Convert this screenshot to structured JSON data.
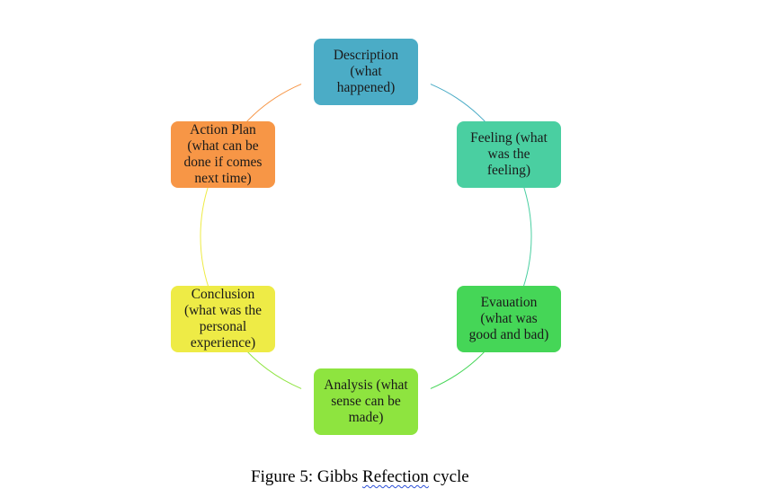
{
  "diagram": {
    "type": "cycle",
    "nodes": [
      {
        "id": "description",
        "text": "Description\n(what\nhappened)",
        "color": "#4bacc6"
      },
      {
        "id": "feeling",
        "text": "Feeling (what\nwas the\nfeeling)",
        "color": "#4acfa1"
      },
      {
        "id": "evaluation",
        "text": "Evauation\n(what was\ngood and bad)",
        "color": "#45d657"
      },
      {
        "id": "analysis",
        "text": "Analysis (what\nsense can be\nmade)",
        "color": "#8ee43f"
      },
      {
        "id": "conclusion",
        "text": "Conclusion\n(what was the\npersonal\nexperience)",
        "color": "#eeeb46"
      },
      {
        "id": "action_plan",
        "text": "Action Plan\n(what can be\ndone if comes\nnext time)",
        "color": "#f79646"
      }
    ],
    "connector_colors": [
      "#4bacc6",
      "#4acfa1",
      "#45d657",
      "#8ee43f",
      "#eeeb46",
      "#f79646"
    ]
  },
  "caption": {
    "prefix": "Figure 5: Gibbs ",
    "misspelled": "Refection",
    "suffix": " cycle"
  }
}
